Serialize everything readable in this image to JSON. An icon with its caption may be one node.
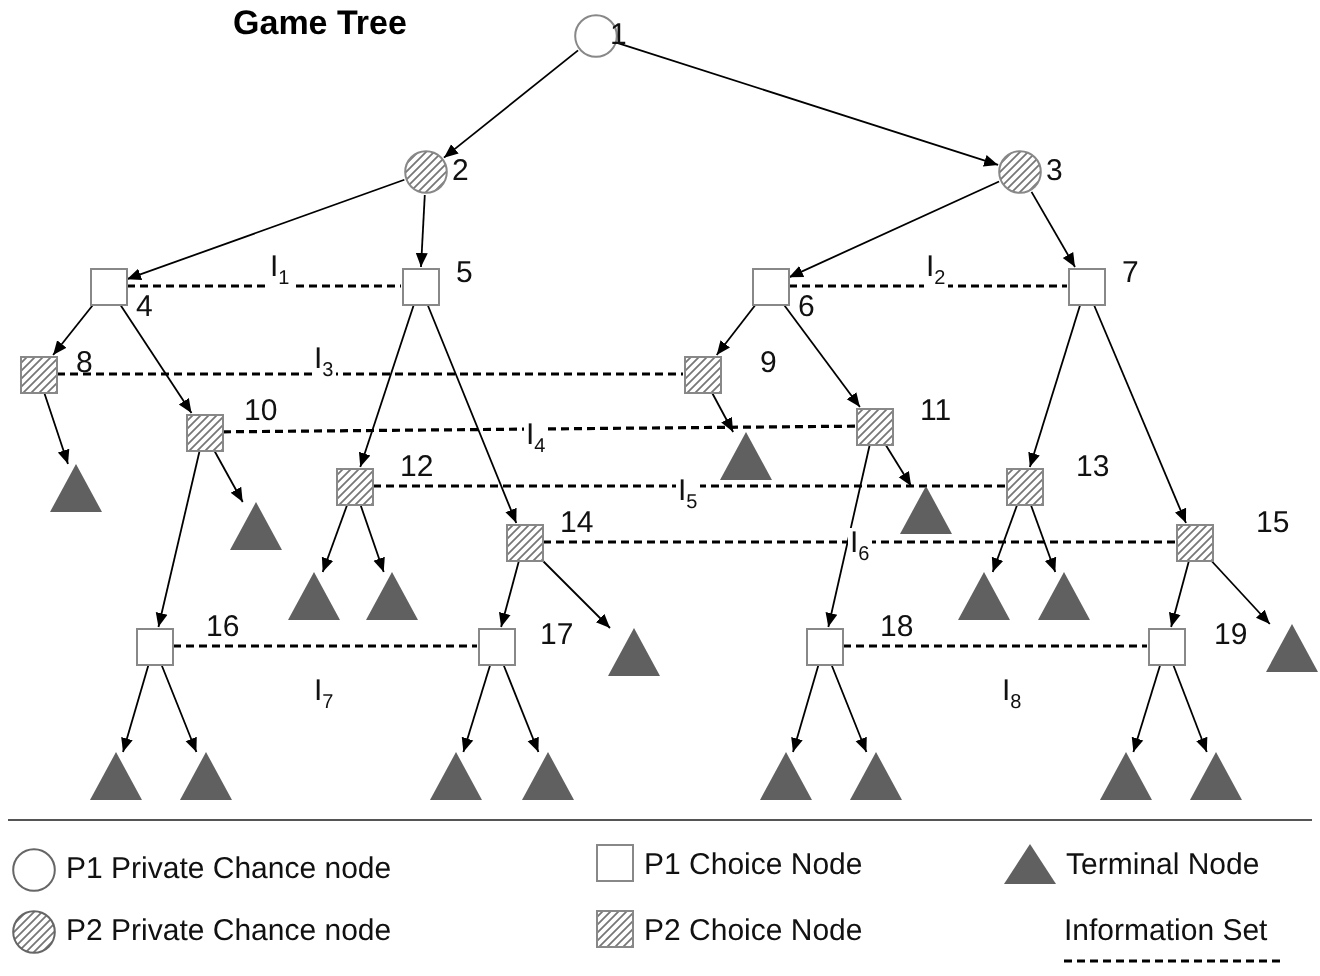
{
  "diagram": {
    "title": "Game Tree",
    "nodes": [
      {
        "text": [
          "1"
        ]
      },
      {
        "text": [
          "2"
        ]
      },
      {
        "text": [
          "3"
        ]
      },
      {
        "text": [
          "4"
        ]
      },
      {
        "text": [
          "5"
        ]
      },
      {
        "text": [
          "6"
        ]
      },
      {
        "text": [
          "7"
        ]
      },
      {
        "text": [
          "8"
        ]
      },
      {
        "text": [
          "9"
        ]
      },
      {
        "text": [
          "10"
        ]
      },
      {
        "text": [
          "11"
        ]
      },
      {
        "text": [
          "12"
        ]
      },
      {
        "text": [
          "13"
        ]
      },
      {
        "text": [
          "14"
        ]
      },
      {
        "text": [
          "15"
        ]
      },
      {
        "text": [
          "16"
        ]
      },
      {
        "text": [
          "17"
        ]
      },
      {
        "text": [
          "18"
        ]
      },
      {
        "text": [
          "19"
        ]
      },
      {
        "text": [],
        "shape": "triangle"
      },
      {
        "text": [],
        "shape": "triangle"
      },
      {
        "text": [],
        "shape": "triangle"
      },
      {
        "text": [],
        "shape": "triangle"
      },
      {
        "text": [],
        "shape": "triangle"
      },
      {
        "text": [],
        "shape": "triangle"
      },
      {
        "text": [],
        "shape": "triangle"
      },
      {
        "text": [],
        "shape": "triangle"
      },
      {
        "text": [],
        "shape": "triangle"
      },
      {
        "text": [],
        "shape": "triangle"
      },
      {
        "text": [],
        "shape": "triangle"
      },
      {
        "text": [],
        "shape": "triangle"
      },
      {
        "text": [],
        "shape": "triangle"
      },
      {
        "text": [],
        "shape": "triangle"
      },
      {
        "text": [],
        "shape": "triangle"
      },
      {
        "text": [],
        "shape": "triangle"
      },
      {
        "text": [],
        "shape": "triangle"
      },
      {
        "text": [],
        "shape": "triangle"
      }
    ],
    "edges": [
      {
        "from": 0,
        "to": 1,
        "arrow": "to"
      },
      {
        "from": 0,
        "to": 2,
        "arrow": "to"
      },
      {
        "from": 1,
        "to": 3,
        "arrow": "to"
      },
      {
        "from": 1,
        "to": 4,
        "arrow": "to"
      },
      {
        "from": 2,
        "to": 5,
        "arrow": "to"
      },
      {
        "from": 2,
        "to": 6,
        "arrow": "to"
      },
      {
        "from": 3,
        "to": 4,
        "arrow": "none",
        "style": "dashed",
        "label": "I$_{1}$"
      },
      {
        "from": 5,
        "to": 6,
        "arrow": "none",
        "style": "dashed",
        "label": "I$_{2}$"
      },
      {
        "from": 3,
        "to": 7,
        "arrow": "to"
      },
      {
        "from": 3,
        "to": 9,
        "arrow": "to"
      },
      {
        "from": 4,
        "to": 11,
        "arrow": "to"
      },
      {
        "from": 4,
        "to": 13,
        "arrow": "to"
      },
      {
        "from": 5,
        "to": 8,
        "arrow": "to"
      },
      {
        "from": 5,
        "to": 10,
        "arrow": "to"
      },
      {
        "from": 6,
        "to": 12,
        "arrow": "to"
      },
      {
        "from": 6,
        "to": 14,
        "arrow": "to"
      },
      {
        "from": 7,
        "to": 8,
        "arrow": "none",
        "style": "dashed",
        "label": "I$_{3}$"
      },
      {
        "from": 9,
        "to": 10,
        "arrow": "none",
        "style": "dashed",
        "label": "I$_{4}$"
      },
      {
        "from": 11,
        "to": 12,
        "arrow": "none",
        "style": "dashed",
        "label": "I$_{5}$"
      },
      {
        "from": 13,
        "to": 14,
        "arrow": "none",
        "style": "dashed",
        "label": "I$_{6}$"
      },
      {
        "from": 7,
        "to": 19,
        "arrow": "to"
      },
      {
        "from": 9,
        "to": 15,
        "arrow": "to"
      },
      {
        "from": 9,
        "to": 20,
        "arrow": "to"
      },
      {
        "from": 8,
        "to": 21,
        "arrow": "to"
      },
      {
        "from": 10,
        "to": 17,
        "arrow": "to"
      },
      {
        "from": 10,
        "to": 22,
        "arrow": "to"
      },
      {
        "from": 11,
        "to": 23,
        "arrow": "to"
      },
      {
        "from": 11,
        "to": 24,
        "arrow": "to"
      },
      {
        "from": 12,
        "to": 25,
        "arrow": "to"
      },
      {
        "from": 12,
        "to": 26,
        "arrow": "to"
      },
      {
        "from": 13,
        "to": 16,
        "arrow": "to"
      },
      {
        "from": 13,
        "to": 27,
        "arrow": "to"
      },
      {
        "from": 14,
        "to": 18,
        "arrow": "to"
      },
      {
        "from": 14,
        "to": 28,
        "arrow": "to"
      },
      {
        "from": 15,
        "to": 16,
        "arrow": "none",
        "style": "dashed",
        "label": "I$_{7}$"
      },
      {
        "from": 17,
        "to": 18,
        "arrow": "none",
        "style": "dashed",
        "label": "I$_{8}$"
      },
      {
        "from": 15,
        "to": 29,
        "arrow": "to"
      },
      {
        "from": 15,
        "to": 30,
        "arrow": "to"
      },
      {
        "from": 16,
        "to": 31,
        "arrow": "to"
      },
      {
        "from": 16,
        "to": 32,
        "arrow": "to"
      },
      {
        "from": 17,
        "to": 33,
        "arrow": "to"
      },
      {
        "from": 17,
        "to": 34,
        "arrow": "to"
      },
      {
        "from": 18,
        "to": 35,
        "arrow": "to"
      },
      {
        "from": 18,
        "to": 36,
        "arrow": "to"
      }
    ],
    "legend": [
      {
        "text": "P1 Private Chance node"
      },
      {
        "text": "P1 Choice Node"
      },
      {
        "text": "Terminal Node"
      },
      {
        "text": "P2 Private Chance node"
      },
      {
        "text": "P2 Choice Node"
      },
      {
        "text": "Information Set"
      }
    ]
  }
}
